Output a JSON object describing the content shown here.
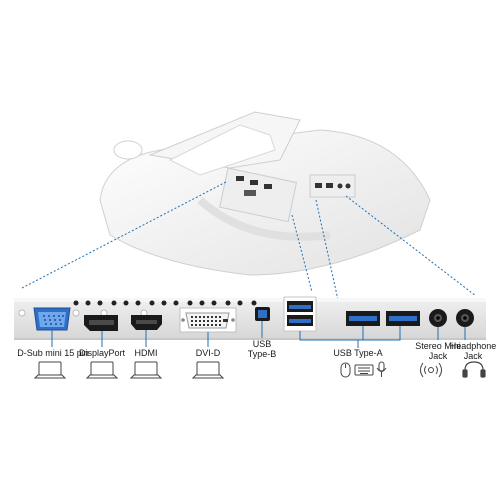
{
  "ports": [
    {
      "key": "dsub",
      "label": "D-Sub mini 15 pin"
    },
    {
      "key": "displayport",
      "label": "DisplayPort"
    },
    {
      "key": "hdmi",
      "label": "HDMI"
    },
    {
      "key": "dvid",
      "label": "DVI-D"
    },
    {
      "key": "usb_b",
      "label_line1": "USB",
      "label_line2": "Type-B"
    },
    {
      "key": "usb_a",
      "label": "USB Type-A"
    },
    {
      "key": "stereo",
      "label_line1": "Stereo Mini",
      "label_line2": "Jack"
    },
    {
      "key": "headphone",
      "label_line1": "Headphone",
      "label_line2": "Jack"
    }
  ],
  "device_icons": [
    "laptop-icon",
    "mouse-icon",
    "keyboard-icon",
    "microphone-icon",
    "audio-source-icon",
    "headphones-icon"
  ],
  "colors": {
    "connector_blue": "#2e6fc7",
    "leader_blue": "#1f6fb5",
    "panel_gray": "#e4e4e4"
  }
}
